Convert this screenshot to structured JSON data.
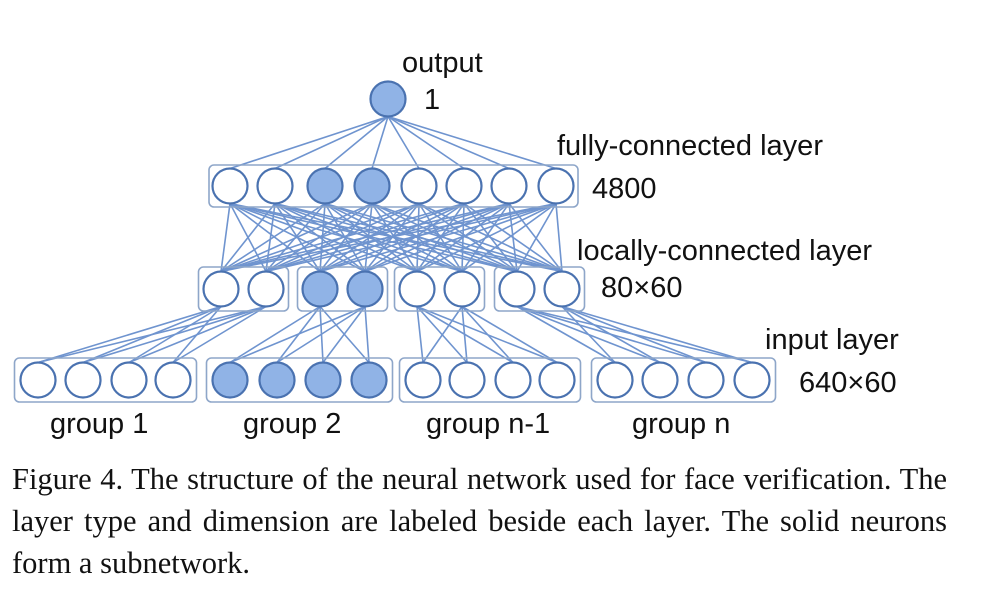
{
  "colors": {
    "neuron_fill_solid": "#90b3e6",
    "neuron_fill_hollow": "#ffffff",
    "neuron_stroke": "#4a72b0",
    "edge": "#6f94cf",
    "group_box": "#8ea6c9"
  },
  "layers": {
    "output": {
      "name": "output",
      "size": "1"
    },
    "fully_connected": {
      "name": "fully-connected layer",
      "size": "4800"
    },
    "locally_connected": {
      "name": "locally-connected layer",
      "size": "80×60"
    },
    "input": {
      "name": "input layer",
      "size": "640×60"
    }
  },
  "groups": [
    "group 1",
    "group 2",
    "group n-1",
    "group n"
  ],
  "caption": "Figure 4. The structure of the neural network used for face verification. The layer type and dimension are labeled beside each layer. The solid neurons form a subnetwork."
}
